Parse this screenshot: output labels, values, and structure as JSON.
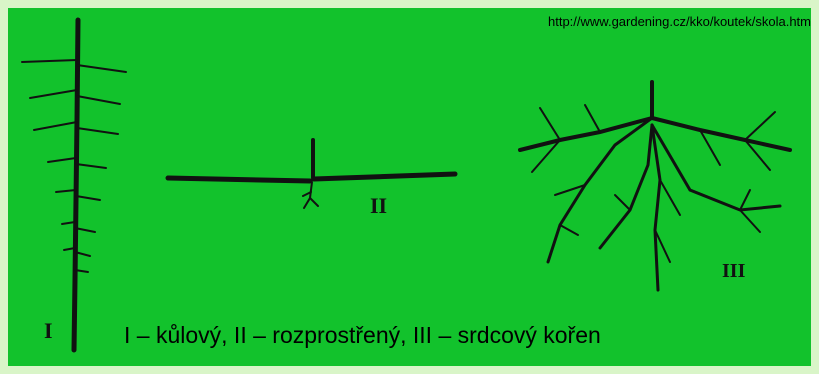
{
  "source_url": "http://www.gardening.cz/kko/koutek/skola.htm",
  "caption": "I – kůlový,  II – rozprostřený,  III – srdcový kořen",
  "figure_labels": {
    "one": "I",
    "two": "II",
    "three": "III"
  },
  "colors": {
    "background": "#12c22c",
    "border": "#d9f5c8",
    "drawing": "#111111"
  }
}
